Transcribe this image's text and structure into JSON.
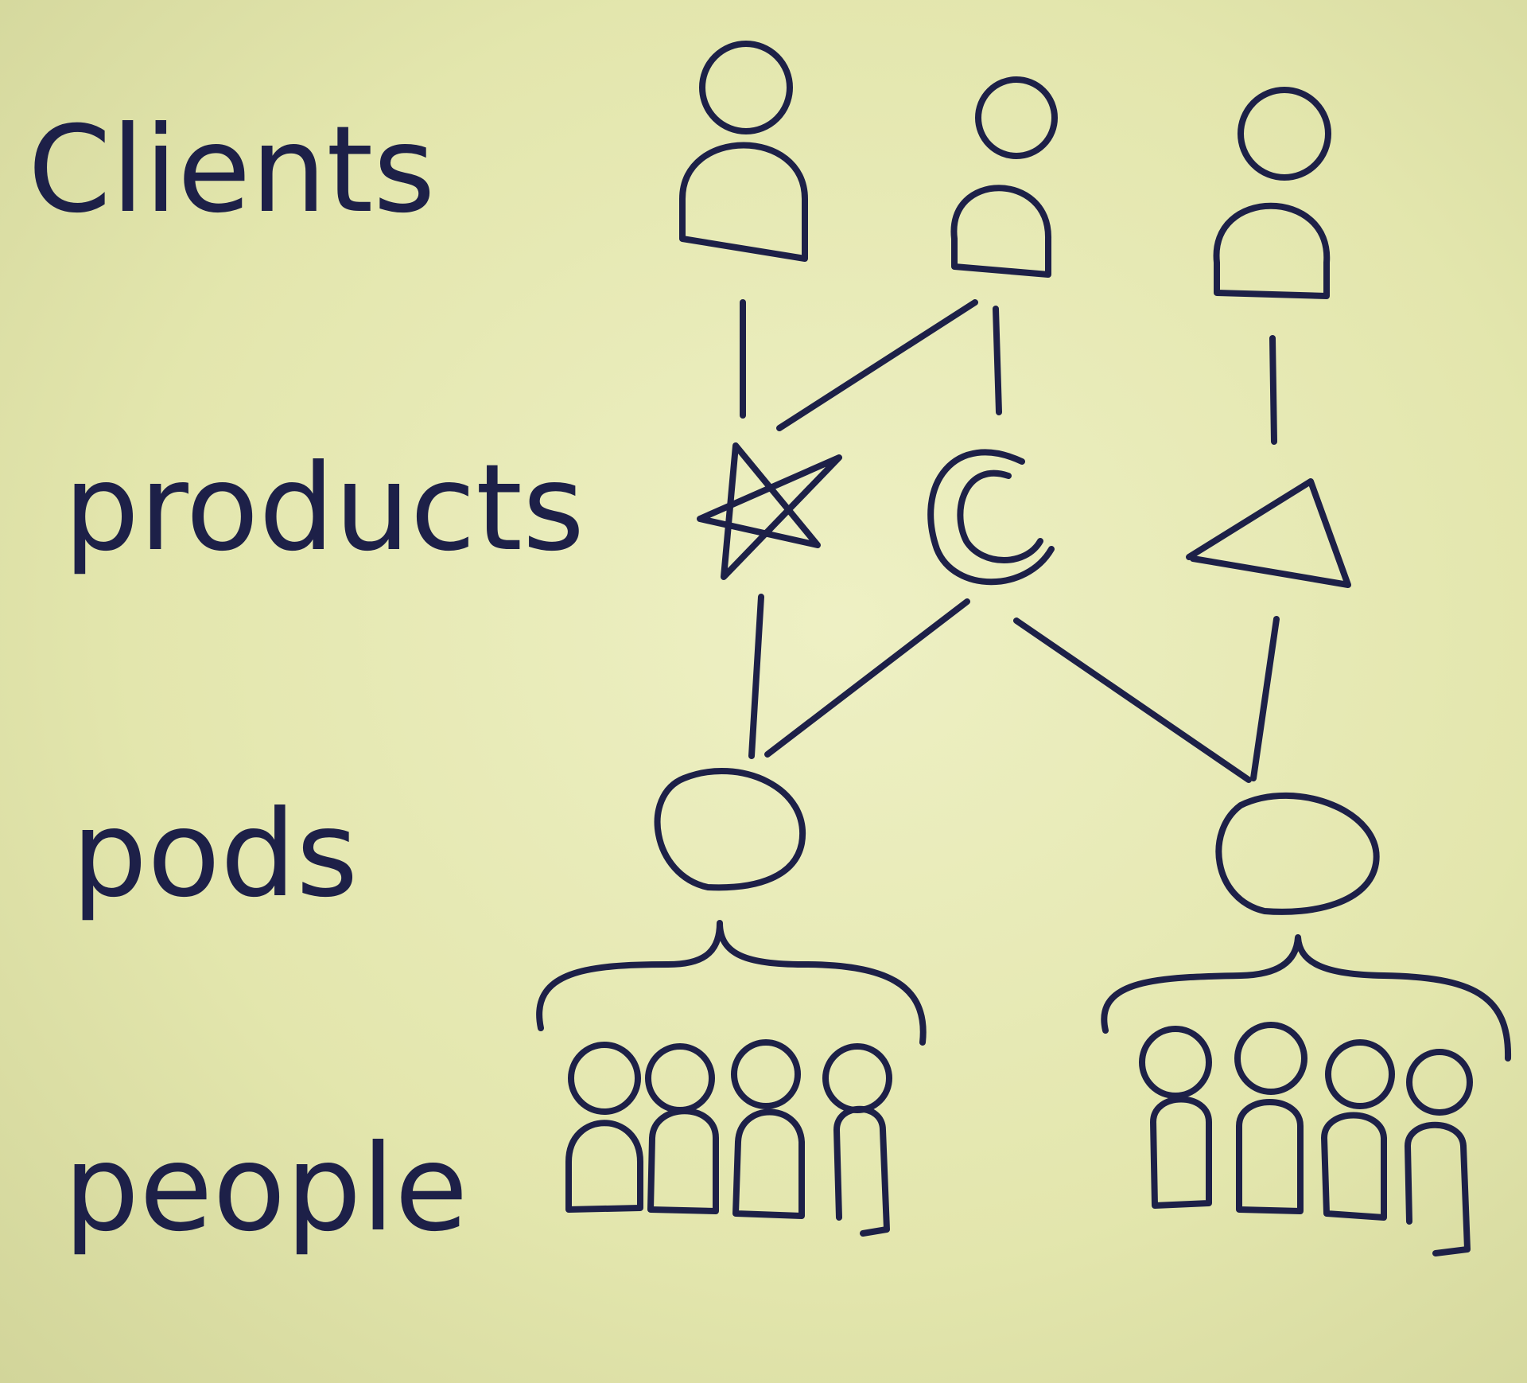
{
  "diagram": {
    "labels": {
      "clients": "Clients",
      "products": "products",
      "pods": "pods",
      "people": "people"
    },
    "levels": [
      {
        "name": "Clients",
        "nodes": [
          {
            "id": "client-1",
            "shape": "person"
          },
          {
            "id": "client-2",
            "shape": "person"
          },
          {
            "id": "client-3",
            "shape": "person"
          }
        ]
      },
      {
        "name": "products",
        "nodes": [
          {
            "id": "product-star",
            "shape": "star"
          },
          {
            "id": "product-crescent",
            "shape": "double-c"
          },
          {
            "id": "product-triangle",
            "shape": "triangle"
          }
        ]
      },
      {
        "name": "pods",
        "nodes": [
          {
            "id": "pod-1",
            "shape": "circle"
          },
          {
            "id": "pod-2",
            "shape": "circle"
          }
        ]
      },
      {
        "name": "people",
        "groups": [
          {
            "pod": "pod-1",
            "count": 4
          },
          {
            "pod": "pod-2",
            "count": 4
          }
        ]
      }
    ],
    "connections": [
      {
        "from": "client-1",
        "to": "product-star"
      },
      {
        "from": "client-2",
        "to": "product-star"
      },
      {
        "from": "client-2",
        "to": "product-crescent"
      },
      {
        "from": "client-3",
        "to": "product-triangle"
      },
      {
        "from": "product-star",
        "to": "pod-1"
      },
      {
        "from": "product-crescent",
        "to": "pod-1"
      },
      {
        "from": "product-crescent",
        "to": "pod-2"
      },
      {
        "from": "product-triangle",
        "to": "pod-2"
      }
    ],
    "colors": {
      "ink": "#1d2048",
      "paper": "#e9ebb8"
    }
  }
}
